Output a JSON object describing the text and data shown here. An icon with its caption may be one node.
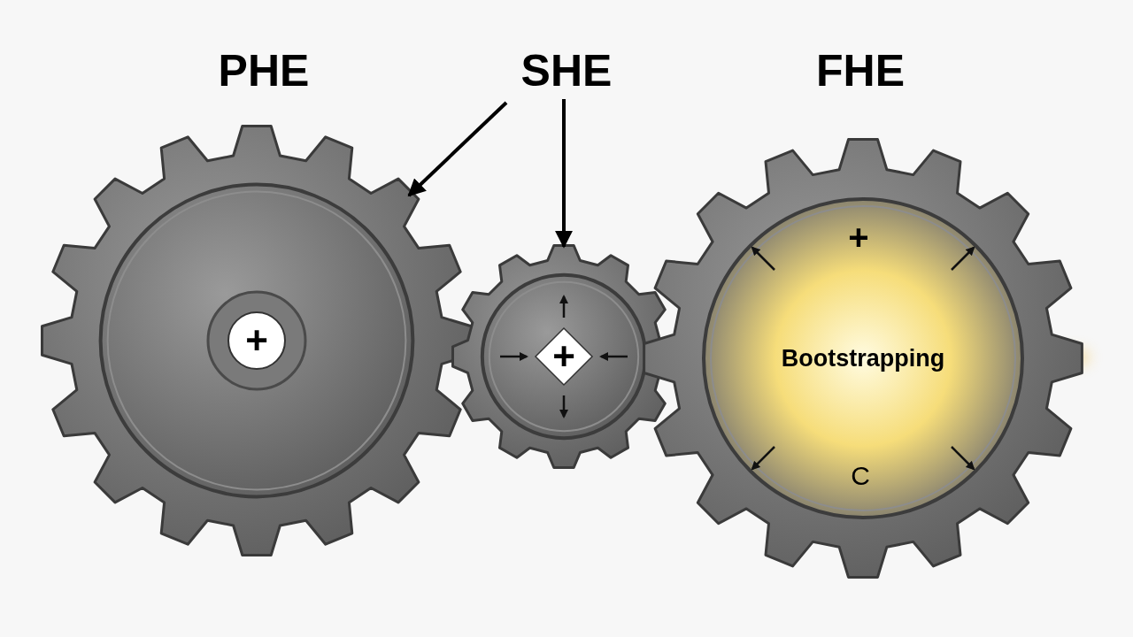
{
  "diagram": {
    "nodes": [
      {
        "text": [
          "PHE"
        ]
      },
      {
        "text": [
          "SHE"
        ]
      },
      {
        "text": [
          "FHE"
        ]
      },
      {
        "text": [
          "+"
        ]
      },
      {
        "text": [
          "+"
        ]
      },
      {
        "text": [
          "+",
          "Bootstrapping",
          "C"
        ]
      }
    ],
    "edges": [
      {
        "from": 1,
        "to": 3,
        "arrow": "to"
      },
      {
        "from": 1,
        "to": 4,
        "arrow": "to"
      }
    ]
  }
}
